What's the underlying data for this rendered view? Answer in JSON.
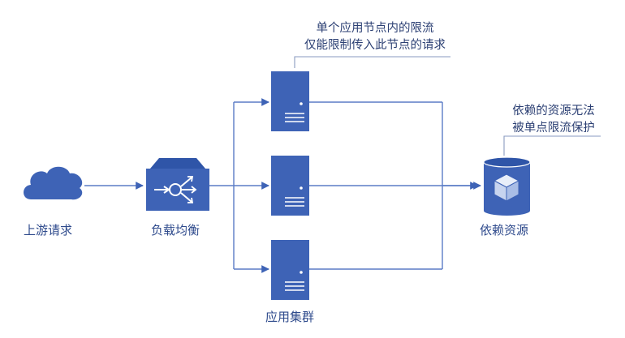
{
  "labels": {
    "upstream": "上游请求",
    "load_balancer": "负载均衡",
    "app_cluster": "应用集群",
    "dependency": "依赖资源"
  },
  "annotations": {
    "node_limit_line1": "单个应用节点内的限流",
    "node_limit_line2": "仅能限制传入此节点的请求",
    "resource_line1": "依赖的资源无法",
    "resource_line2": "被单点限流保护"
  },
  "colors": {
    "primary": "#3e63b6",
    "line": "#5b7cc6",
    "label": "#2e4a8c",
    "note_line": "#8a9ac0"
  }
}
